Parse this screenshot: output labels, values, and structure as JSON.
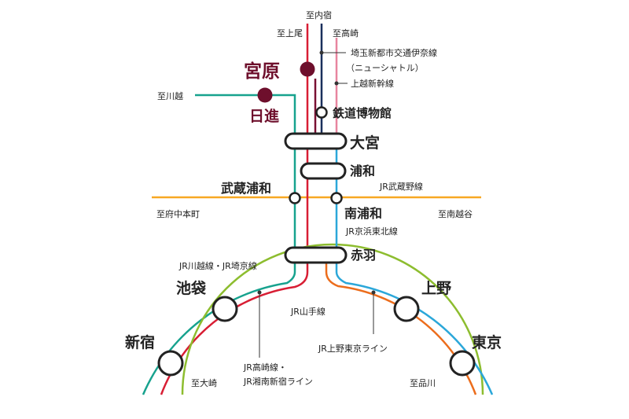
{
  "colors": {
    "saikyo": "#17a28e",
    "takasaki": "#d81e34",
    "newshuttle": "#7a1133",
    "tohoku": "#1a2f5c",
    "joetsu_shinkansen": "#e8859f",
    "keihin": "#2ba7d9",
    "musashino": "#f7a823",
    "yamanote": "#8dbd2f",
    "ueno_tokyo_line": "#ec6d1c",
    "highlight": "#6e0f2c"
  },
  "directions": {
    "uchijuku": "至内宿",
    "ageo": "至上尾",
    "takasaki": "至高崎",
    "kawagoe": "至川越",
    "fuchu_honmachi": "至府中本町",
    "minami_koshigaya": "至南越谷",
    "osaki": "至大崎",
    "shinagawa": "至品川"
  },
  "stations": {
    "miyahara": "宮原",
    "nisshin": "日進",
    "tetsudo_hakubutsukan": "鉄道博物館",
    "omiya": "大宮",
    "urawa": "浦和",
    "musashi_urawa": "武蔵浦和",
    "minami_urawa": "南浦和",
    "akabane": "赤羽",
    "ikebukuro": "池袋",
    "ueno": "上野",
    "shinjuku": "新宿",
    "tokyo": "東京"
  },
  "lines": {
    "newshuttle_1": "埼玉新都市交通伊奈線",
    "newshuttle_2": "（ニューシャトル）",
    "joetsu_shinkansen": "上越新幹線",
    "musashino": "JR武蔵野線",
    "keihin_tohoku": "JR京浜東北線",
    "kawagoe_saikyo": "JR川越線・JR埼京線",
    "yamanote": "JR山手線",
    "ueno_tokyo": "JR上野東京ライン",
    "takasaki_1": "JR高崎線・",
    "takasaki_2": "JR湘南新宿ライン"
  }
}
